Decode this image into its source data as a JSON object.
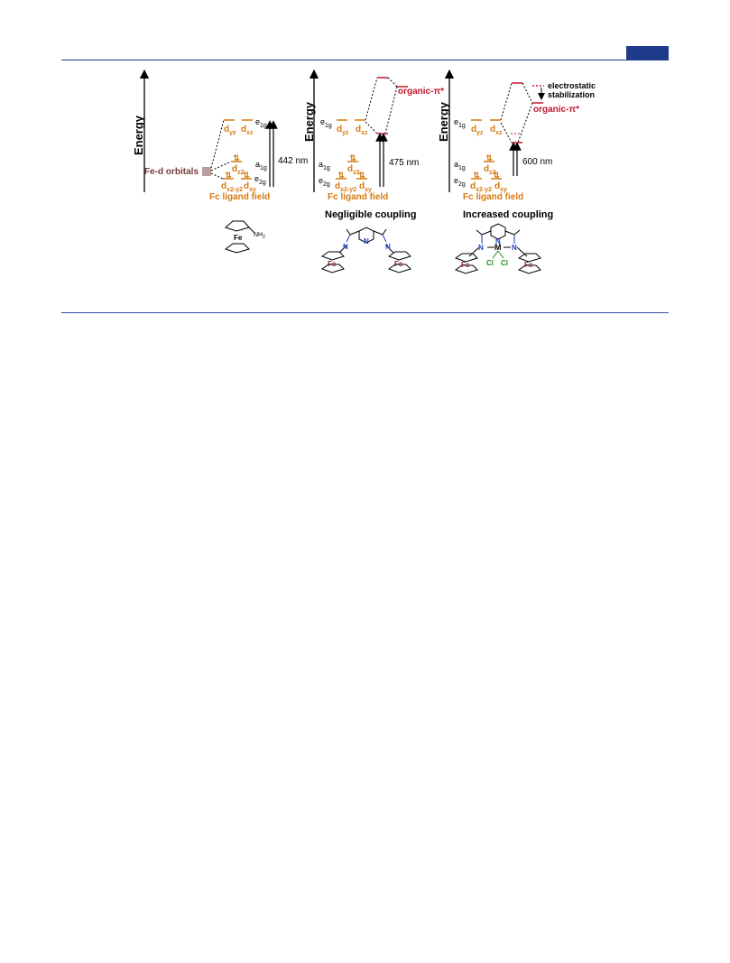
{
  "page": {
    "header_tab_color": "#1e3a8a",
    "rule_color": "#1e3a8a"
  },
  "colors": {
    "orbital": "#d67a10",
    "organic": "#c0182b",
    "fe_orbitals": "#7a3b3b",
    "nitrogen": "#1d3fbf",
    "chlorine": "#1e8a1e"
  },
  "panels": [
    {
      "energy_label": "Energy",
      "fe_orbitals_label": "Fe-d orbitals",
      "dyz": "d",
      "dyz_sub": "yz",
      "dxz": "d",
      "dxz_sub": "xz",
      "dz2": "d",
      "dz2_sub": "z2",
      "dx2y2": "d",
      "dx2y2_sub": "x2-y2",
      "dxy": "d",
      "dxy_sub": "xy",
      "e1g": "e",
      "e1g_sub": "1g",
      "a1g": "a",
      "a1g_sub": "1g",
      "e2g": "e",
      "e2g_sub": "2g",
      "transition": "442 nm",
      "field_label": "Fc ligand field",
      "compound": {
        "fe": "Fe",
        "nh2": "NH",
        "nh2_sub": "2"
      }
    },
    {
      "energy_label": "Energy",
      "dyz": "d",
      "dyz_sub": "yz",
      "dxz": "d",
      "dxz_sub": "xz",
      "dz2": "d",
      "dz2_sub": "z2",
      "dx2y2": "d",
      "dx2y2_sub": "x2-y2",
      "dxy": "d",
      "dxy_sub": "xy",
      "e1g": "e",
      "e1g_sub": "1g",
      "a1g": "a",
      "a1g_sub": "1g",
      "e2g": "e",
      "e2g_sub": "2g",
      "organic": "organic-π*",
      "transition": "475 nm",
      "field_label": "Fc ligand field",
      "coupling_label": "Negligible coupling",
      "compound": {
        "fe_left": "Fe",
        "fe_right": "Fe",
        "n_left": "N",
        "n_center": "N",
        "n_right": "N"
      }
    },
    {
      "energy_label": "Energy",
      "dyz": "d",
      "dyz_sub": "yz",
      "dxz": "d",
      "dxz_sub": "xz",
      "dz2": "d",
      "dz2_sub": "z2",
      "dx2y2": "d",
      "dx2y2_sub": "x2-y2",
      "dxy": "d",
      "dxy_sub": "xy",
      "e1g": "e",
      "e1g_sub": "1g",
      "a1g": "a",
      "a1g_sub": "1g",
      "e2g": "e",
      "e2g_sub": "2g",
      "organic": "organic-π*",
      "stabilization_line1": "electrostatic",
      "stabilization_line2": "stabilization",
      "transition": "600 nm",
      "field_label": "Fc ligand field",
      "coupling_label": "Increased coupling",
      "compound": {
        "fe_left": "Fe",
        "fe_right": "Fe",
        "n_left": "N",
        "n_center": "N",
        "n_right": "N",
        "metal": "M",
        "cl_left": "Cl",
        "cl_right": "Cl"
      }
    }
  ]
}
